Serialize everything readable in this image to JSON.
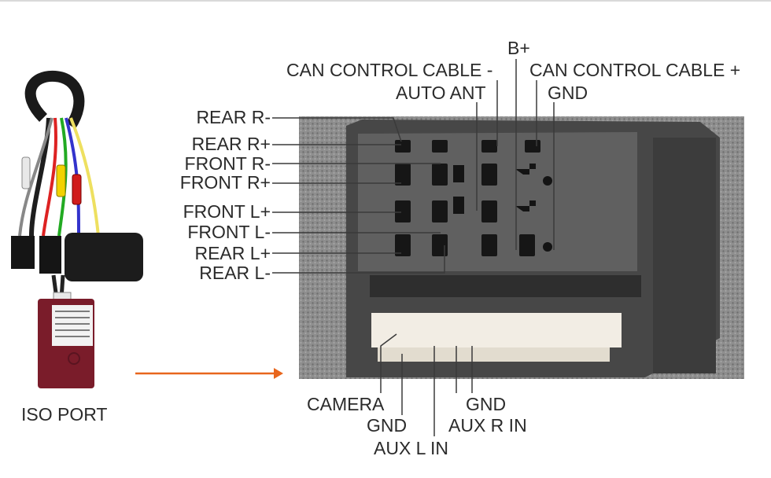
{
  "caption": "ISO PORT",
  "labels_top": {
    "b_plus": "B+",
    "can_minus": "CAN CONTROL CABLE -",
    "can_plus": "CAN CONTROL CABLE +",
    "auto_ant": "AUTO ANT",
    "gnd": "GND"
  },
  "labels_left": [
    "REAR R-",
    "REAR R+",
    "FRONT R-",
    "FRONT R+",
    "FRONT L+",
    "FRONT L-",
    "REAR L+",
    "REAR L-"
  ],
  "labels_bottom": {
    "camera": "CAMERA",
    "gnd_1": "GND",
    "aux_l_in": "AUX L IN",
    "gnd_2": "GND",
    "aux_r_in": "AUX R IN"
  },
  "colors": {
    "arrow": "#e8661d",
    "line": "#3a3a3a",
    "text": "#2b2b2b",
    "module": "#7a1c2a",
    "foam": "#8c8c8c"
  }
}
